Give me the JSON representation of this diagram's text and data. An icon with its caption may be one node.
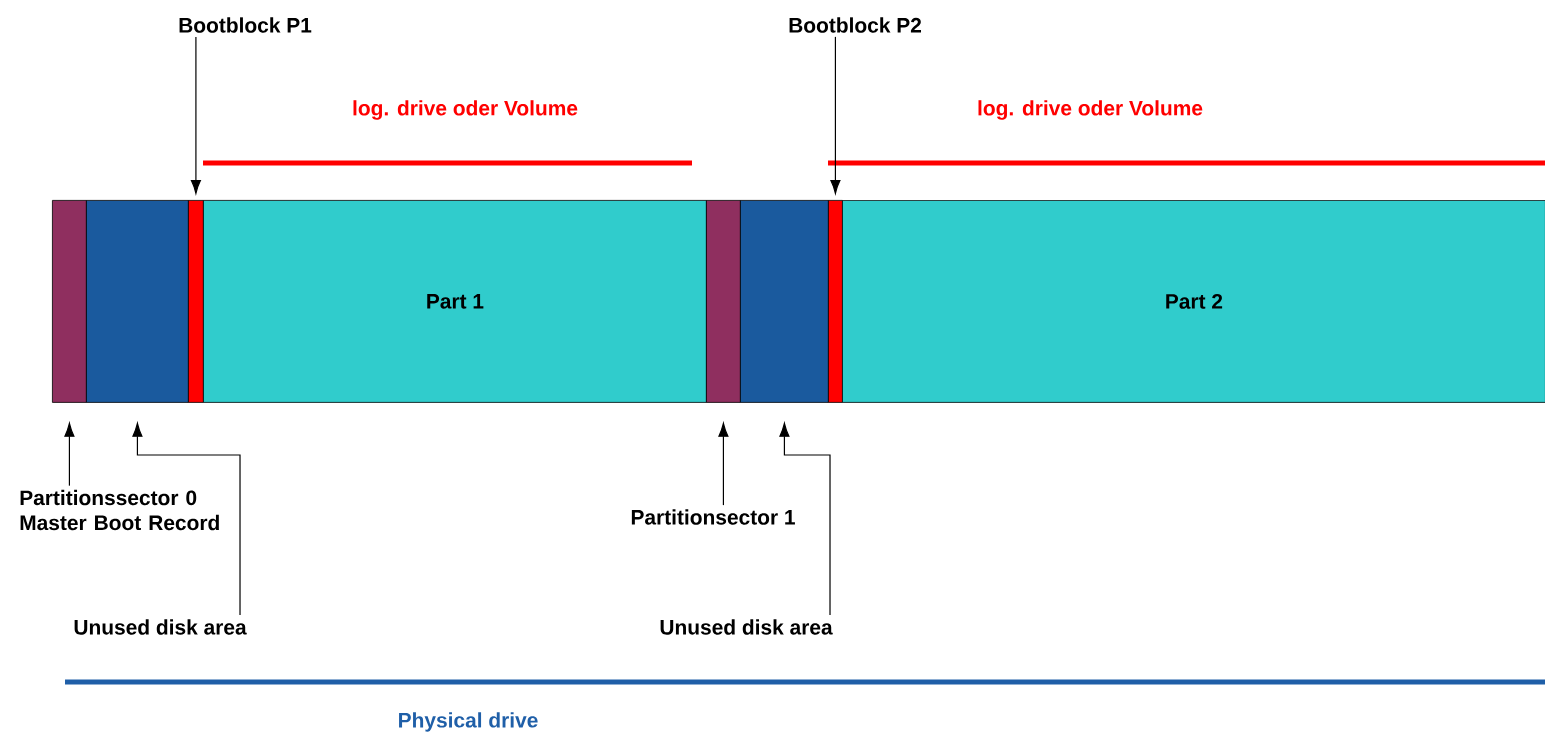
{
  "diagram": {
    "nodes": [
      {
        "text": [
          "Bootblock P1"
        ]
      },
      {
        "text": [
          "Bootblock P2"
        ]
      },
      {
        "text": [],
        "shape": "box"
      },
      {
        "text": [],
        "shape": "box"
      },
      {
        "text": [],
        "shape": "box"
      },
      {
        "text": [
          "Part 1"
        ]
      },
      {
        "text": [],
        "shape": "box"
      },
      {
        "text": [],
        "shape": "box"
      },
      {
        "text": [],
        "shape": "box"
      },
      {
        "text": [
          "Part 2"
        ]
      },
      {
        "text": [
          "Partitionssector 0 Master Boot Record"
        ]
      },
      {
        "text": [
          "Unused disk area"
        ]
      },
      {
        "text": [
          "Partitionsector 1"
        ]
      },
      {
        "text": [
          "Unused disk area"
        ]
      }
    ],
    "edges": [
      {
        "from": 0,
        "to": 4,
        "arrow": "to"
      },
      {
        "from": 1,
        "to": 8,
        "arrow": "to"
      },
      {
        "from": 10,
        "to": 2,
        "arrow": "to"
      },
      {
        "from": 11,
        "to": 3,
        "arrow": "to"
      },
      {
        "from": 12,
        "to": 6,
        "arrow": "to"
      },
      {
        "from": 13,
        "to": 7,
        "arrow": "to"
      }
    ],
    "labels": [
      "log. drive oder Volume",
      "log. drive oder Volume",
      "Physical drive"
    ]
  }
}
